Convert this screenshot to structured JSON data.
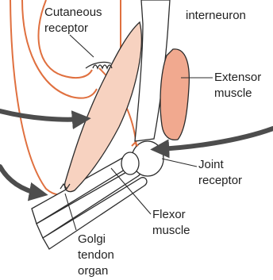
{
  "labels": {
    "cutaneous_receptor": [
      "Cutaneous",
      "receptor"
    ],
    "interneuron": "interneuron",
    "extensor_muscle": [
      "Extensor",
      "muscle"
    ],
    "joint_receptor": [
      "Joint",
      "receptor"
    ],
    "flexor_muscle": [
      "Flexor",
      "muscle"
    ],
    "golgi_tendon_organ": [
      "Golgi",
      "tendon",
      "organ"
    ]
  },
  "colors": {
    "nerve": "#e0703f",
    "muscle_flexor": "#f7d2c0",
    "muscle_extensor": "#f1a98f",
    "bone": "#ffffff",
    "outline": "#2b2b2b",
    "arrow": "#4d4d4d"
  }
}
